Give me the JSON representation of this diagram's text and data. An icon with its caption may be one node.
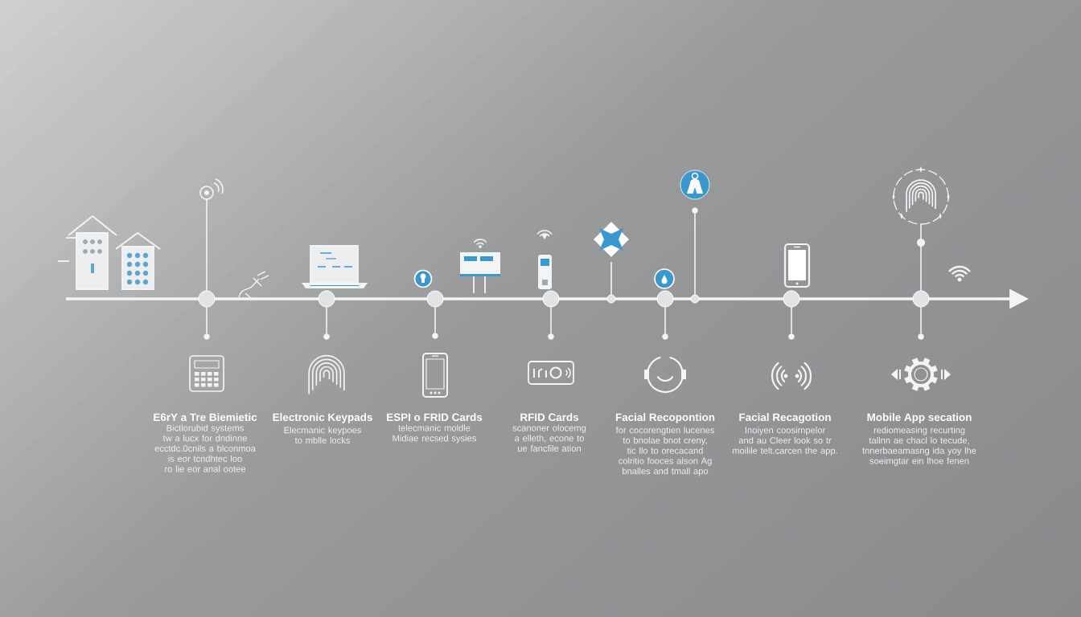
{
  "diagram": {
    "nodes": [
      {
        "text": [],
        "shape": "picture"
      },
      {
        "text": [],
        "shape": "circle"
      },
      {
        "text": [],
        "shape": "circle"
      },
      {
        "text": [],
        "shape": "picture",
        "beside": [
          "E6rY a Tre Biemietic",
          "Bictlorubid systems tw a lucx for dndinne ecctdc.0cnils a blconmoa is eor tcndhtec loo ro lie eor anal ootee"
        ]
      },
      {
        "text": [],
        "shape": "circle"
      },
      {
        "text": [],
        "shape": "circle"
      },
      {
        "text": [],
        "shape": "picture",
        "beside": [
          "Electronic Keypads",
          "Elecmanic keypoes to mblle locks"
        ]
      },
      {
        "text": [],
        "shape": "circle"
      },
      {
        "text": [],
        "shape": "circle"
      },
      {
        "text": [],
        "shape": "picture",
        "beside": [
          "ESPI o FRID Cards",
          "telecmanic moldle Midiae recsed sysies"
        ]
      },
      {
        "text": [],
        "shape": "circle"
      },
      {
        "text": [],
        "shape": "circle"
      },
      {
        "text": [],
        "shape": "picture",
        "beside": [
          "RFID Cards",
          "scanoner olocemg a elleth, econe to ue fancfile ation"
        ]
      },
      {
        "text": [],
        "shape": "picture"
      },
      {
        "text": [],
        "shape": "circle"
      },
      {
        "text": [],
        "shape": "circle"
      },
      {
        "text": [],
        "shape": "circle"
      },
      {
        "text": [],
        "shape": "picture",
        "beside": [
          "Facial Recopontion",
          "for cocorengtien lucenes to bnolae bnot creny, tic llo to orecacand colritio fooces alson Ag bnalles and tmall apo"
        ]
      },
      {
        "text": [],
        "shape": "picture"
      },
      {
        "text": [],
        "shape": "circle"
      },
      {
        "text": [],
        "shape": "circle"
      },
      {
        "text": [],
        "shape": "circle"
      },
      {
        "text": [],
        "shape": "circle"
      },
      {
        "text": [],
        "shape": "picture",
        "beside": [
          "Facial Recagotion",
          "Inoiyen coosirnpelor and au Cleer look so tr moilile telt.carcen the app."
        ]
      },
      {
        "text": [],
        "shape": "picture"
      },
      {
        "text": [],
        "shape": "circle"
      },
      {
        "text": [],
        "shape": "circle"
      },
      {
        "text": [],
        "shape": "picture",
        "beside": [
          "Mobile App secation",
          "rediomeasing recurting tallnn ae chacl lo tecude, tnnerbaeamasng ida yoy lhe soeimgtar ein lhoe fenen"
        ]
      }
    ],
    "edges": [
      {
        "from": 1,
        "to": 0,
        "arrow": "none"
      },
      {
        "from": 1,
        "to": 2,
        "arrow": "none"
      },
      {
        "from": 4,
        "to": 5,
        "arrow": "none"
      },
      {
        "from": 7,
        "to": 8,
        "arrow": "none"
      },
      {
        "from": 10,
        "to": 11,
        "arrow": "none"
      },
      {
        "from": 14,
        "to": 13,
        "arrow": "none"
      },
      {
        "from": 15,
        "to": 16,
        "arrow": "none"
      },
      {
        "from": 20,
        "to": 19,
        "arrow": "none"
      },
      {
        "from": 21,
        "to": 22,
        "arrow": "none"
      },
      {
        "from": 25,
        "to": 24,
        "arrow": "none"
      },
      {
        "from": 25,
        "to": 26,
        "arrow": "none"
      }
    ]
  }
}
